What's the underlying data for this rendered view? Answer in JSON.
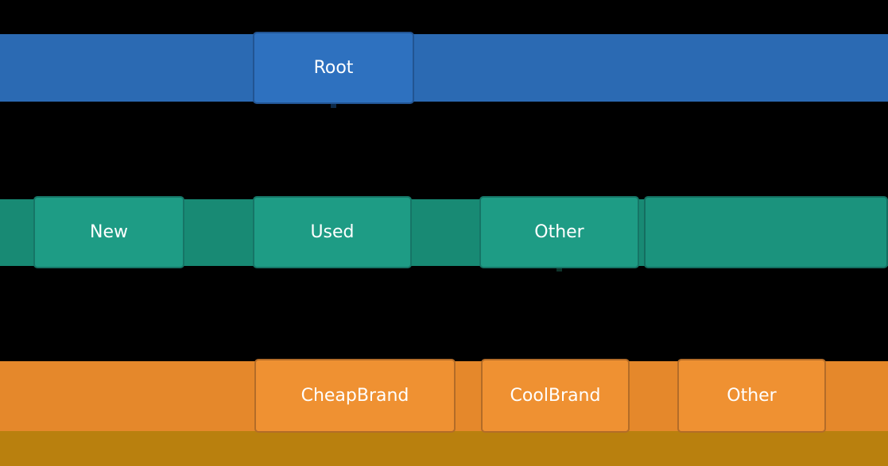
{
  "figure": {
    "description": "Decision-tree icicle diagram with three depth levels on a black background",
    "background_color": "#000000",
    "text_color": "#ffffff",
    "tree": {
      "levels": [
        {
          "depth": 0,
          "band_color": "#2b6ab3",
          "tile_color": "#2e71bf",
          "nodes": [
            {
              "label": "Root",
              "has_children": true
            }
          ]
        },
        {
          "depth": 1,
          "band_color": "#188a74",
          "tile_color": "#1e9c85",
          "unlabeled_tile_color": "#1b937d",
          "nodes": [
            {
              "label": "New",
              "has_children": false
            },
            {
              "label": "Used",
              "has_children": false
            },
            {
              "label": "Other",
              "has_children": true
            },
            {
              "label": "",
              "has_children": false
            }
          ]
        },
        {
          "depth": 2,
          "band_color": "#e5882b",
          "tile_color": "#ef9132",
          "nodes": [
            {
              "label": "CheapBrand",
              "has_children": false
            },
            {
              "label": "CoolBrand",
              "has_children": false
            },
            {
              "label": "Other",
              "has_children": false
            }
          ]
        }
      ],
      "footer_bar_color": "#b9800e",
      "connector_stub_colors": {
        "root": "#0c2a4a",
        "other": "#0d342b"
      }
    }
  }
}
